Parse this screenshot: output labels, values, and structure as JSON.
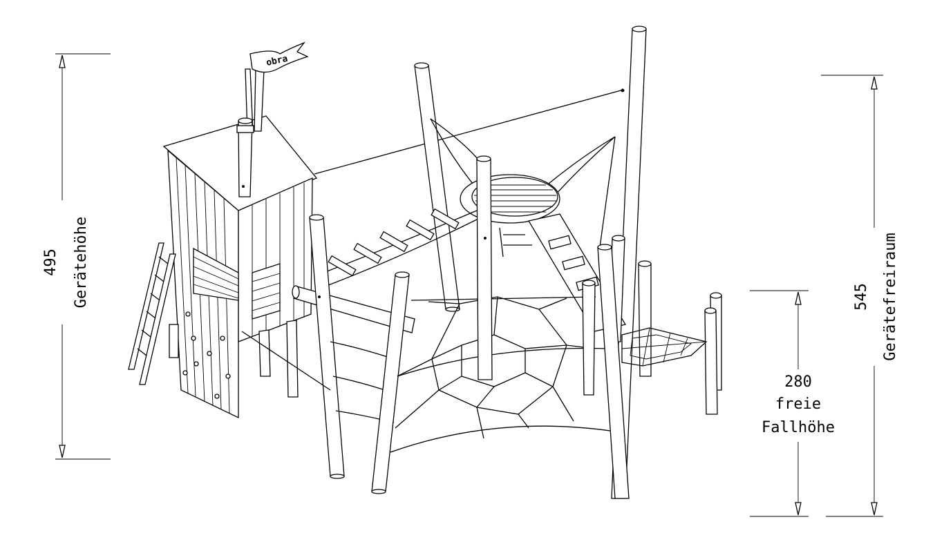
{
  "dimensions": {
    "device_height": {
      "value": "495",
      "label": "Gerätehöhe"
    },
    "free_space": {
      "value": "545",
      "label": "Gerätefreiraum"
    },
    "fall_height": {
      "value": "280",
      "line1": "freie",
      "line2": "Fallhöhe"
    }
  },
  "flag": {
    "text": "obra"
  },
  "colors": {
    "line": "#000000",
    "background": "#ffffff"
  }
}
